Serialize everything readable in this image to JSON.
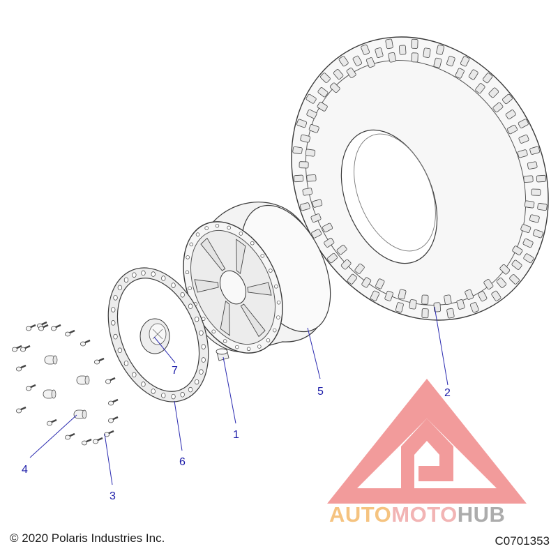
{
  "callouts": [
    {
      "id": "1",
      "label": "1"
    },
    {
      "id": "2",
      "label": "2"
    },
    {
      "id": "3",
      "label": "3"
    },
    {
      "id": "4",
      "label": "4"
    },
    {
      "id": "5",
      "label": "5"
    },
    {
      "id": "6",
      "label": "6"
    },
    {
      "id": "7",
      "label": "7"
    }
  ],
  "footer": {
    "copyright": "© 2020 Polaris Industries Inc.",
    "drawing_code": "C0701353"
  },
  "watermark": {
    "part_a": "AUTO",
    "part_b": "MOTO",
    "part_c": "HUB",
    "colors": {
      "a": "#f4b96a",
      "b": "#f0a8a8",
      "c": "#9e9e9e",
      "logo": "#f08a8a"
    }
  },
  "colors": {
    "callout": "#1a1aa8",
    "line": "#3a3a3a"
  }
}
